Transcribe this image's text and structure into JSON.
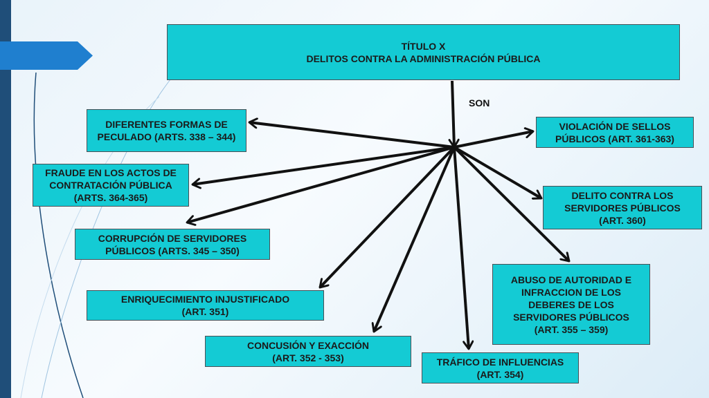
{
  "title": {
    "line1": "TÍTULO X",
    "line2": "DELITOS CONTRA LA ADMINISTRACIÓN PÚBLICA"
  },
  "connector_label": "SON",
  "nodes": [
    {
      "id": "peculado",
      "text": "DIFERENTES FORMAS DE\nPECULADO (ARTS. 338 – 344)"
    },
    {
      "id": "fraude",
      "text": "FRAUDE EN LOS ACTOS DE\nCONTRATACIÓN PÚBLICA\n(ARTS. 364-365)"
    },
    {
      "id": "corrupcion",
      "text": "CORRUPCIÓN DE SERVIDORES\nPÚBLICOS (ARTS. 345 – 350)"
    },
    {
      "id": "enriquecimiento",
      "text": "ENRIQUECIMIENTO INJUSTIFICADO\n(ART. 351)"
    },
    {
      "id": "concusion",
      "text": "CONCUSIÓN Y EXACCIÓN\n(ART. 352 - 353)"
    },
    {
      "id": "trafico",
      "text": "TRÁFICO DE INFLUENCIAS\n(ART. 354)"
    },
    {
      "id": "abuso",
      "text": "ABUSO DE AUTORIDAD E\nINFRACCION DE LOS\nDEBERES DE LOS\nSERVIDORES PÚBLICOS\n(ART. 355 – 359)"
    },
    {
      "id": "delito-servidores",
      "text": "DELITO CONTRA LOS\nSERVIDORES PÚBLICOS\n(ART. 360)"
    },
    {
      "id": "violacion-sellos",
      "text": "VIOLACIÓN DE SELLOS\nPÚBLICOS (ART. 361-363)"
    }
  ],
  "colors": {
    "box_fill": "#14cbd4",
    "box_border": "#4a4f55",
    "arrow": "#111111",
    "accent_bar": "#1f4e79",
    "tab": "#1f7fcf"
  }
}
